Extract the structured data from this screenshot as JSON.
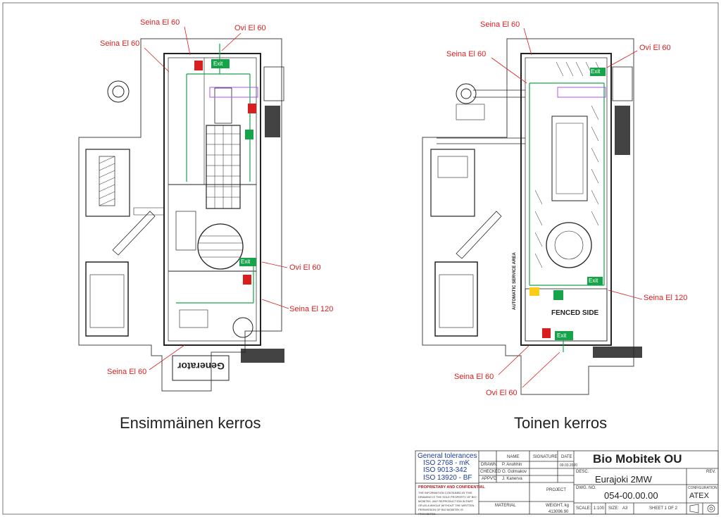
{
  "callouts": {
    "f1_seina_el60_top": "Seina El 60",
    "f1_ovi_el60_top": "Ovi El 60",
    "f1_seina_el60_left": "Seina El 60",
    "f1_ovi_el60_right": "Ovi El 60",
    "f1_seina_el120": "Seina El 120",
    "f1_seina_el60_bottom": "Seina El 60",
    "f2_seina_el60_top": "Seina El 60",
    "f2_seina_el60_left": "Seina El 60",
    "f2_ovi_el60_right": "Ovi El 60",
    "f2_seina_el120": "Seina El 120",
    "f2_seina_el60_bottom": "Seina El 60",
    "f2_ovi_el60_bottom": "Ovi El 60"
  },
  "plan_labels": {
    "exit": "Exit",
    "generator": "Generator",
    "automatic_service_area": "AUTOMATIC SERVICE AREA",
    "fenced_side": "FENCED SIDE"
  },
  "floors": {
    "first": "Ensimmäinen kerros",
    "second": "Toinen kerros"
  },
  "title_block": {
    "general_tolerances": "General tolerances",
    "iso1": "ISO 2768 - mK",
    "iso2": "ISO 9013-342",
    "iso3": "ISO 13920 - BF",
    "proprietary": "PROPRIETARY AND CONFIDENTIAL",
    "proprietary_text": "THE INFORMATION CONTAINED IN THIS DRAWING IS THE SOLE PROPERTY OF BIO MOBITEK. ANY REPRODUCTION IN PART OR AS A WHOLE WITHOUT THE WRITTEN PERMISSION OF BIO MOBITEK IS PROHIBITED.",
    "col_name": "NAME",
    "col_signature": "SIGNATURE",
    "col_date": "DATE",
    "row_drawn": "DRAWN",
    "row_checked": "CHECKED",
    "row_appvd": "APPV'D",
    "drawn_name": "P. Anohhin",
    "checked_name": "O. Golmakov",
    "appvd_name": "J. Kanerva",
    "drawn_date": "09.03.2020",
    "project_label": "PROJECT",
    "material_label": "MATERIAL",
    "weight_label": "WEIGHT, kg",
    "weight_value": "413096.90",
    "company": "Bio Mobitek OU",
    "desc_label": "DESC.",
    "rev_label": "REV.",
    "description": "Eurajoki 2MW",
    "dwg_no_label": "DWG. NO.",
    "dwg_no": "054-00.00.00",
    "configuration_label": "CONFIGURATION",
    "configuration": "ATEX",
    "scale_label": "SCALE:",
    "scale": "1:100",
    "size_label": "SIZE:",
    "size": "A3",
    "sheet": "SHEET 1 OF 2"
  },
  "colors": {
    "callout_red": "#d81f1f",
    "escape_green": "#16a34a",
    "line_dark": "#222222",
    "title_blue": "#1d3c9a"
  }
}
